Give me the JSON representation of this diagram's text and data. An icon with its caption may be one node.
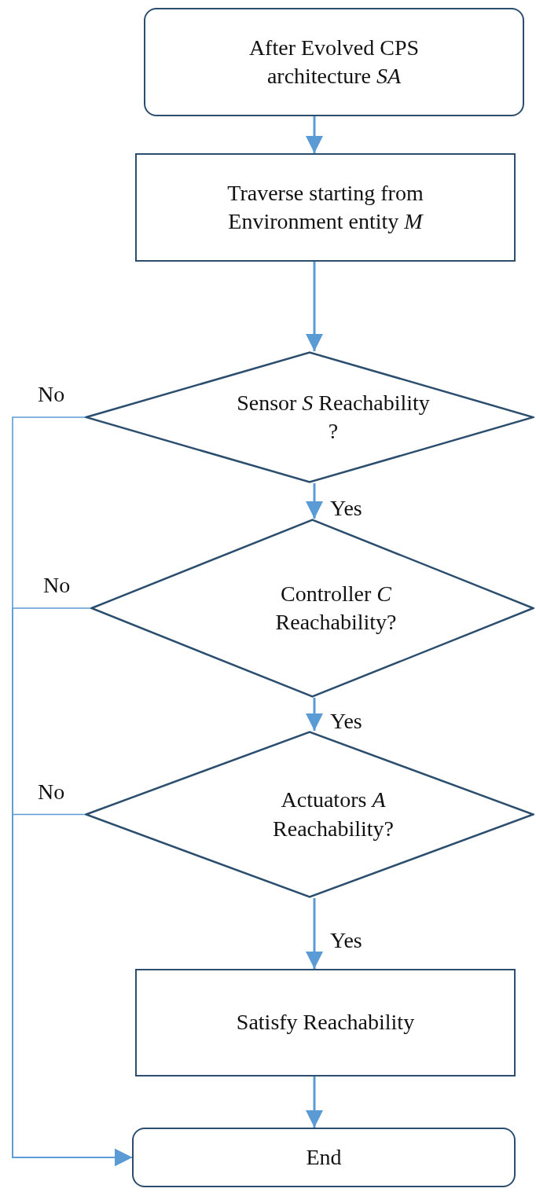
{
  "diagram": {
    "nodes": [
      {
        "text": [
          "After Evolved CPS architecture *SA*"
        ]
      },
      {
        "text": [
          "Traverse starting from Environment entity *M*"
        ]
      },
      {
        "text": [
          "Sensor *S* Reachability ?"
        ]
      },
      {
        "text": [
          "Controller *C* Reachability?"
        ]
      },
      {
        "text": [
          "Actuators *A* Reachability?"
        ]
      },
      {
        "text": [
          "Satisfy Reachability"
        ]
      },
      {
        "text": [
          "End"
        ]
      }
    ],
    "edges": [
      {
        "from": 0,
        "to": 1,
        "arrow": "to"
      },
      {
        "from": 1,
        "to": 2,
        "arrow": "to"
      },
      {
        "from": 2,
        "to": 3,
        "label": "Yes",
        "arrow": "to"
      },
      {
        "from": 3,
        "to": 4,
        "label": "Yes",
        "arrow": "to"
      },
      {
        "from": 4,
        "to": 5,
        "label": "Yes",
        "arrow": "to"
      },
      {
        "from": 5,
        "to": 6,
        "arrow": "to"
      },
      {
        "from": 2,
        "to": 6,
        "label": "No",
        "arrow": "to"
      },
      {
        "from": 3,
        "to": 6,
        "label": "No",
        "arrow": "to"
      },
      {
        "from": 4,
        "to": 6,
        "label": "No",
        "arrow": "to"
      }
    ]
  }
}
